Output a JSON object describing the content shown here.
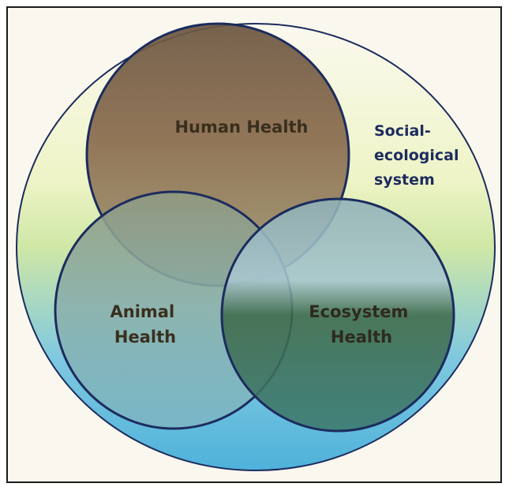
{
  "diagram": {
    "outer_label": "Social-ecological system",
    "outer_label_lines": [
      "Social-",
      "ecological",
      "system"
    ],
    "circles": [
      {
        "id": "human",
        "label_lines": [
          "Human Health"
        ]
      },
      {
        "id": "animal",
        "label_lines": [
          "Animal",
          "Health"
        ]
      },
      {
        "id": "ecosystem",
        "label_lines": [
          "Ecosystem",
          "Health"
        ]
      }
    ]
  },
  "colors": {
    "outline": "#1c2c5e",
    "outer_top": "#faf8ee",
    "outer_mid": "#d9ec9a",
    "outer_bottom": "#56b8dc",
    "label_dark": "#3a2f1e",
    "label_blue": "#1c2c5e"
  }
}
